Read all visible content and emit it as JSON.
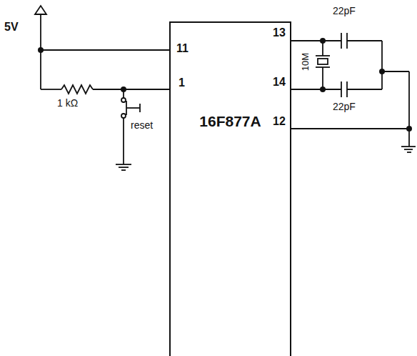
{
  "diagram": {
    "nodes": [
      {
        "text": [
          "16F877A"
        ]
      }
    ],
    "labels": [
      "5V",
      "11",
      "1",
      "1 kΩ",
      "reset",
      "13",
      "14",
      "12",
      "22pF",
      "10M",
      "22pF"
    ]
  }
}
